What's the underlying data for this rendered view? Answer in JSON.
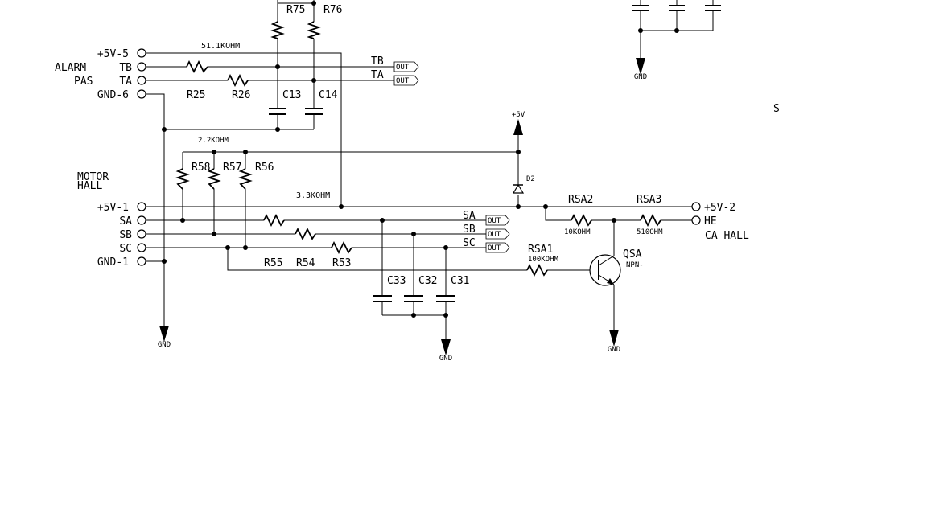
{
  "alarm_pas": {
    "group_label_1": "ALARM",
    "group_label_2": "PAS",
    "pins": [
      "+5V-5",
      "TB",
      "TA",
      "GND-6"
    ],
    "resistor_value": "51.1KOHM",
    "r_tb": "R25",
    "r_ta": "R26",
    "r_pull_1": "R75",
    "r_pull_2": "R76",
    "c_tb": "C13",
    "c_ta": "C14",
    "out_tb": "TB",
    "out_ta": "TA"
  },
  "motor_hall": {
    "group_label_1": "MOTOR",
    "group_label_2": "HALL",
    "pins": [
      "+5V-1",
      "SA",
      "SB",
      "SC",
      "GND-1"
    ],
    "pullup_value": "2.2KOHM",
    "pullups": [
      "R58",
      "R57",
      "R56"
    ],
    "bias_value": "3.3KOHM",
    "series": [
      "R55",
      "R54",
      "R53"
    ],
    "caps": [
      "C33",
      "C32",
      "C31"
    ],
    "outs": [
      "SA",
      "SB",
      "SC"
    ]
  },
  "supply": {
    "rail": "+5V",
    "diode": "D2"
  },
  "ca_hall": {
    "rsa2": "RSA2",
    "rsa2_value": "10KOHM",
    "rsa3": "RSA3",
    "rsa3_value": "510OHM",
    "rsa1": "RSA1",
    "rsa1_value": "100KOHM",
    "transistor": "QSA",
    "transistor_type": "NPN-",
    "pin_5v": "+5V-2",
    "pin_he": "HE",
    "group_label": "CA HALL"
  },
  "misc": {
    "gnd": "GND",
    "out": "OUT",
    "stray": "S"
  }
}
